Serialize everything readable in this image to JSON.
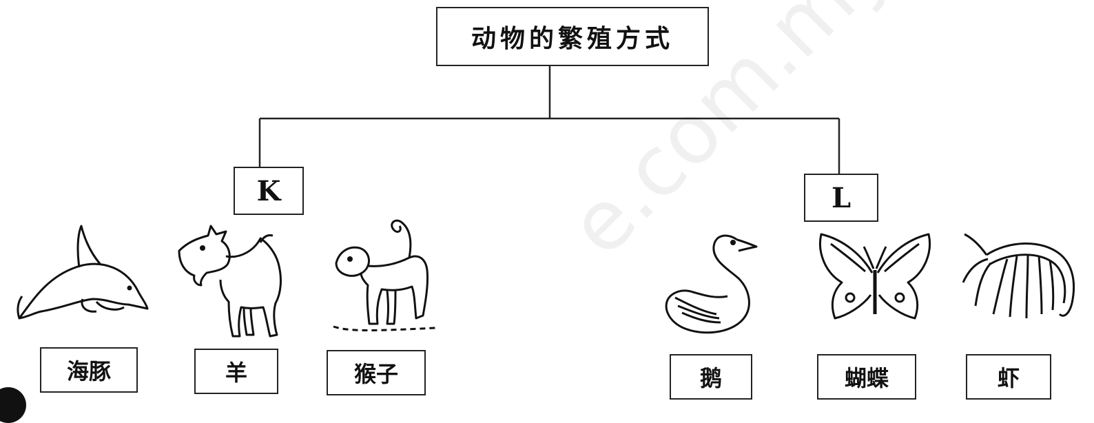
{
  "title": "动物的繁殖方式",
  "groups": {
    "k": {
      "label": "K"
    },
    "l": {
      "label": "L"
    }
  },
  "animals": [
    {
      "label": "海豚",
      "icon": "dolphin-icon"
    },
    {
      "label": "羊",
      "icon": "goat-icon"
    },
    {
      "label": "猴子",
      "icon": "monkey-icon"
    },
    {
      "label": "鹅",
      "icon": "goose-icon"
    },
    {
      "label": "蝴蝶",
      "icon": "butterfly-icon"
    },
    {
      "label": "虾",
      "icon": "shrimp-icon"
    }
  ],
  "watermark": "e.com.my"
}
